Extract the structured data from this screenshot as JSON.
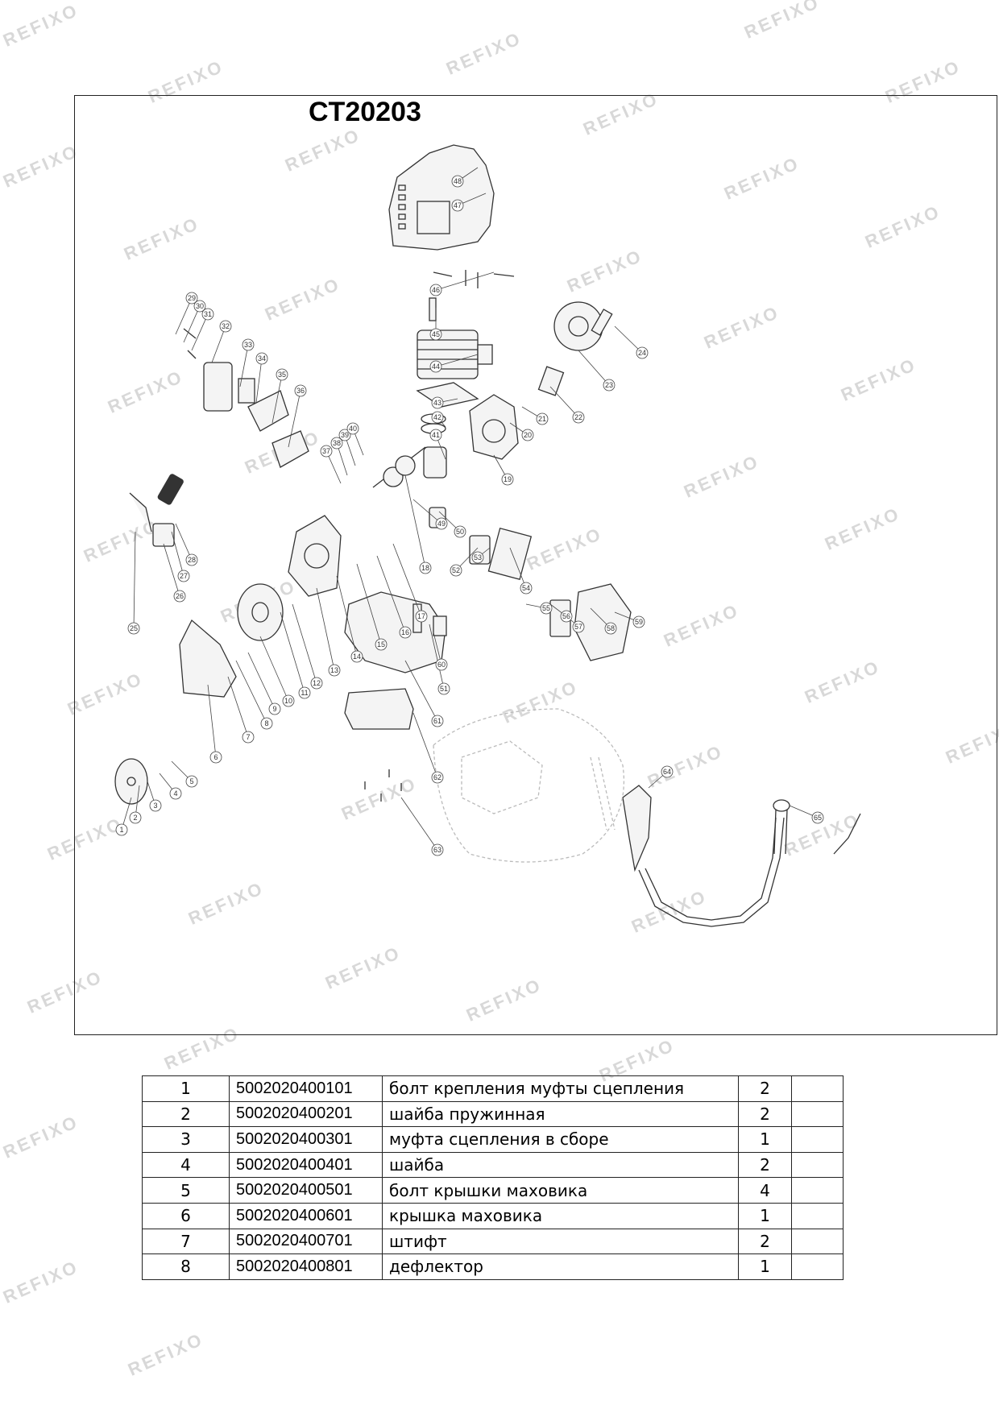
{
  "watermark": "REFIXO",
  "model_title": "CT20203",
  "diagram": {
    "callouts": [
      "1",
      "2",
      "3",
      "4",
      "5",
      "6",
      "7",
      "8",
      "9",
      "10",
      "11",
      "12",
      "13",
      "14",
      "15",
      "16",
      "17",
      "18",
      "19",
      "20",
      "21",
      "22",
      "23",
      "24",
      "25",
      "26",
      "27",
      "28",
      "29",
      "30",
      "31",
      "32",
      "33",
      "34",
      "35",
      "36",
      "37",
      "38",
      "39",
      "40",
      "41",
      "42",
      "43",
      "44",
      "45",
      "46",
      "47",
      "48",
      "49",
      "50",
      "51",
      "52",
      "53",
      "54",
      "55",
      "56",
      "57",
      "58",
      "59",
      "60",
      "61",
      "62",
      "63",
      "64",
      "65"
    ]
  },
  "parts_table": {
    "rows": [
      {
        "no": "1",
        "code": "5002020400101",
        "name": "болт крепления муфты сцепления",
        "qty": "2",
        "extra": ""
      },
      {
        "no": "2",
        "code": "5002020400201",
        "name": "шайба пружинная",
        "qty": "2",
        "extra": ""
      },
      {
        "no": "3",
        "code": "5002020400301",
        "name": "муфта сцепления в сборе",
        "qty": "1",
        "extra": ""
      },
      {
        "no": "4",
        "code": "5002020400401",
        "name": "шайба",
        "qty": "2",
        "extra": ""
      },
      {
        "no": "5",
        "code": "5002020400501",
        "name": "болт крышки маховика",
        "qty": "4",
        "extra": ""
      },
      {
        "no": "6",
        "code": "5002020400601",
        "name": "крышка маховика",
        "qty": "1",
        "extra": ""
      },
      {
        "no": "7",
        "code": "5002020400701",
        "name": "штифт",
        "qty": "2",
        "extra": ""
      },
      {
        "no": "8",
        "code": "5002020400801",
        "name": "дефлектор",
        "qty": "1",
        "extra": ""
      }
    ]
  }
}
